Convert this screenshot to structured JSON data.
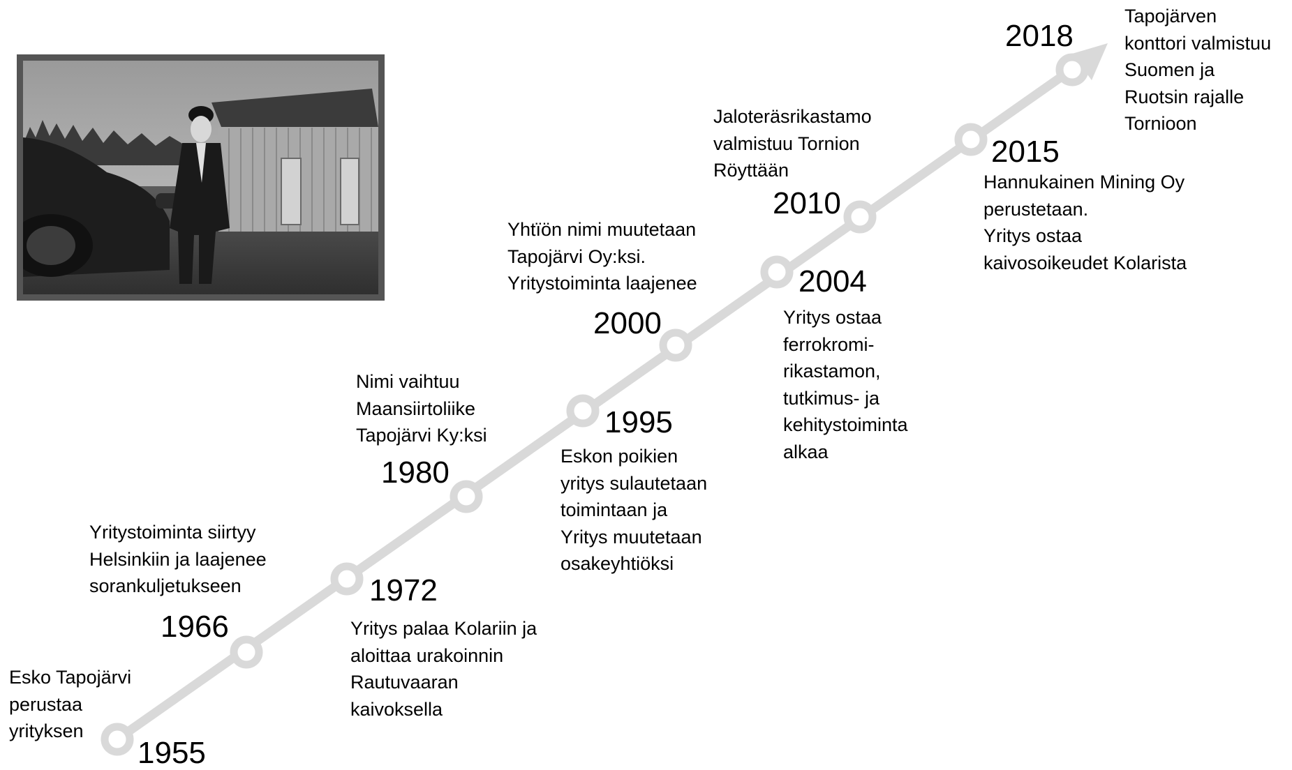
{
  "colors": {
    "line": "#d9d9d9",
    "node_fill": "#ffffff",
    "frame": "#555555",
    "text": "#000000"
  },
  "photo": {
    "icon": "historical-photo-man-by-car-and-barn"
  },
  "milestones": [
    {
      "year": "1955",
      "text": "Esko Tapojärvi\nperustaa\nyrityksen"
    },
    {
      "year": "1966",
      "text": "Yritystoiminta siirtyy\nHelsinkiin ja laajenee\nsorankuljetukseen"
    },
    {
      "year": "1972",
      "text": "Yritys palaa Kolariin ja\naloittaa urakoinnin\nRautuvaaran\nkaivoksella"
    },
    {
      "year": "1980",
      "text": "Nimi vaihtuu\nMaansiirtoliike\nTapojärvi Ky:ksi"
    },
    {
      "year": "1995",
      "text": "Eskon poikien\nyritys sulautetaan\ntoimintaan ja\nYritys muutetaan\nosakeyhtiöksi"
    },
    {
      "year": "2000",
      "text": "Yhtïön nimi muutetaan\nTapojärvi Oy:ksi.\nYritystoiminta laajenee"
    },
    {
      "year": "2004",
      "text": "Yritys ostaa\nferrokromi-\nrikastamon,\ntutkimus- ja\nkehitystoiminta\nalkaa"
    },
    {
      "year": "2010",
      "text": "Jaloteräsrikastamo\nvalmistuu Tornion\nRöyttään"
    },
    {
      "year": "2015",
      "text": "Hannukainen Mining Oy\nperustetaan.\nYritys ostaa\nkaivosoikeudet Kolarista"
    },
    {
      "year": "2018",
      "text": "Tapojärven\nkonttori valmistuu\nSuomen ja\nRuotsin rajalle\nTornioon"
    }
  ]
}
